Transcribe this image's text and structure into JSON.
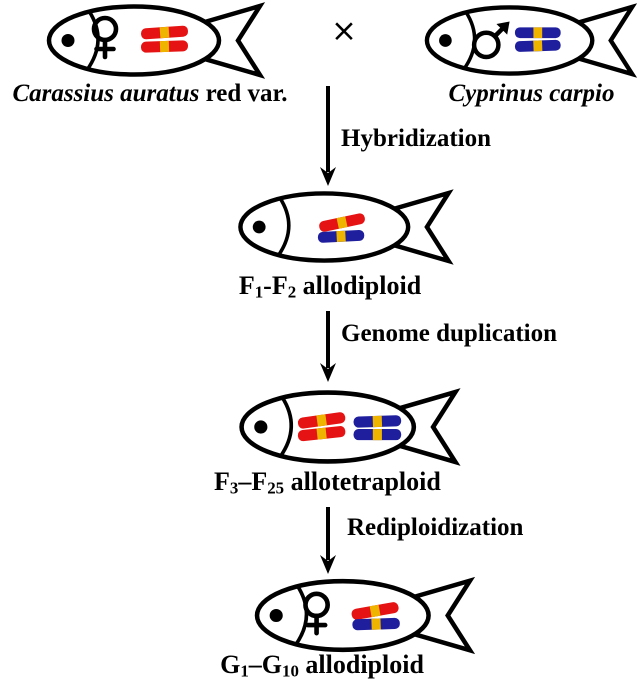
{
  "palette": {
    "chromosome_red": "#e51313",
    "chromosome_blue": "#1f1f9e",
    "centromere_yellow": "#eeb400",
    "outline_black": "#000000",
    "background_white": "#ffffff"
  },
  "cross_symbol": "×",
  "organisms": [
    {
      "id": "carassius",
      "label_rich": [
        {
          "t": "Carassius auratus",
          "i": true
        },
        {
          "t": " red var."
        }
      ],
      "sex_symbol": "female",
      "chromosomes": {
        "red": 2,
        "blue": 0
      }
    },
    {
      "id": "cyprinus",
      "label_rich": [
        {
          "t": "Cyprinus carpio",
          "i": true
        }
      ],
      "sex_symbol": "male",
      "chromosomes": {
        "red": 0,
        "blue": 2
      }
    },
    {
      "id": "f1-f2",
      "label_rich": [
        {
          "t": "F"
        },
        {
          "t": "1",
          "sub": true
        },
        {
          "t": "-F"
        },
        {
          "t": "2",
          "sub": true
        },
        {
          "t": " allodiploid"
        }
      ],
      "sex_symbol": null,
      "chromosomes": {
        "red": 1,
        "blue": 1
      }
    },
    {
      "id": "f3-f25",
      "label_rich": [
        {
          "t": "F"
        },
        {
          "t": "3",
          "sub": true
        },
        {
          "t": "–F"
        },
        {
          "t": "25",
          "sub": true
        },
        {
          "t": " allotetraploid"
        }
      ],
      "sex_symbol": null,
      "chromosomes": {
        "red": 2,
        "blue": 2
      }
    },
    {
      "id": "g1-g10",
      "label_rich": [
        {
          "t": "G"
        },
        {
          "t": "1",
          "sub": true
        },
        {
          "t": "–G"
        },
        {
          "t": "10",
          "sub": true
        },
        {
          "t": " allodiploid"
        }
      ],
      "sex_symbol": "female",
      "chromosomes": {
        "red": 1,
        "blue": 1
      }
    }
  ],
  "arrows": [
    {
      "label": "Hybridization"
    },
    {
      "label": "Genome duplication"
    },
    {
      "label": "Rediploidization"
    }
  ]
}
